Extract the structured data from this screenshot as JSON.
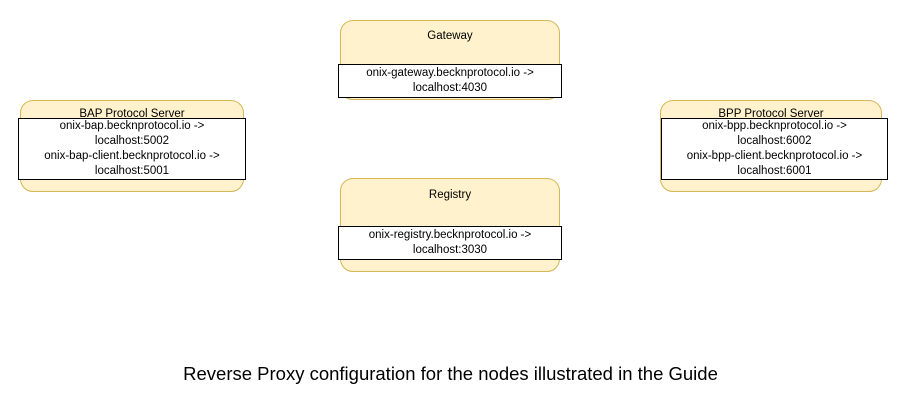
{
  "diagram": {
    "caption": "Reverse Proxy configuration for the nodes illustrated in the Guide",
    "colors": {
      "node_fill": "#fff2cc",
      "node_border": "#d6b656",
      "panel_fill": "#ffffff",
      "panel_border": "#000000",
      "text": "#000000",
      "background": "#ffffff"
    },
    "nodes": [
      {
        "id": "gateway",
        "title": "Gateway",
        "config_lines": [
          "onix-gateway.becknprotocol.io ->",
          "localhost:4030"
        ]
      },
      {
        "id": "bap",
        "title": "BAP Protocol Server",
        "config_lines": [
          "onix-bap.becknprotocol.io ->",
          "localhost:5002",
          "onix-bap-client.becknprotocol.io ->",
          "localhost:5001"
        ]
      },
      {
        "id": "bpp",
        "title": "BPP Protocol Server",
        "config_lines": [
          "onix-bpp.becknprotocol.io ->",
          "localhost:6002",
          "onix-bpp-client.becknprotocol.io ->",
          "localhost:6001"
        ]
      },
      {
        "id": "registry",
        "title": "Registry",
        "config_lines": [
          "onix-registry.becknprotocol.io ->",
          "localhost:3030"
        ]
      }
    ]
  }
}
